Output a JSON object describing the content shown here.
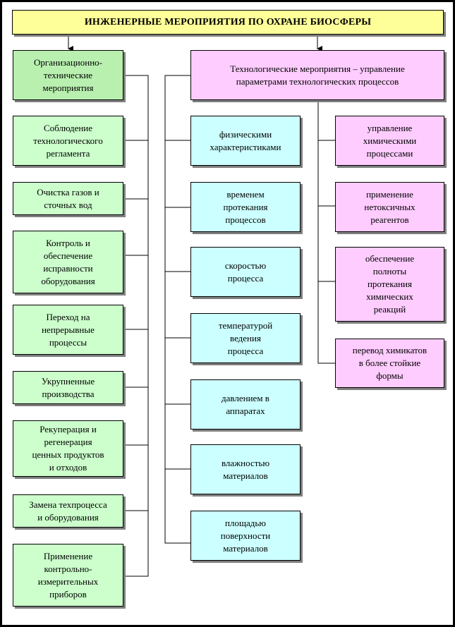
{
  "title": "ИНЖЕНЕРНЫЕ МЕРОПРИЯТИЯ ПО ОХРАНЕ БИОСФЕРЫ",
  "left": {
    "header": "Организационно-\nтехнические\nмероприятия",
    "items": [
      "Соблюдение\nтехнологического\nрегламента",
      "Очистка газов и\nсточных вод",
      "Контроль и\nобеспечение\nисправности\nоборудования",
      "Переход на\nнепрерывные\nпроцессы",
      "Укрупненные\nпроизводства",
      "Рекуперация и\nрегенерация\nценных продуктов\nи отходов",
      "Замена техпроцесса\nи оборудования",
      "Применение\nконтрольно-\nизмерительных\nприборов"
    ]
  },
  "right": {
    "header": "Технологические мероприятия – управление\nпараметрами технологических процессов",
    "middle": [
      "физическими\nхарактеристиками",
      "временем\nпротекания\nпроцессов",
      "скоростью\nпроцесса",
      "температурой\nведения\nпроцесса",
      "давлением в\nаппаратах",
      "влажностью\nматериалов",
      "площадью\nповерхности\nматериалов"
    ],
    "far": [
      "управление\nхимическими\nпроцессами",
      "применение\nнетоксичных\nреагентов",
      "обеспечение\nполноты\nпротекания\nхимических\nреакций",
      "перевод химикатов\nв более стойкие\nформы"
    ]
  }
}
